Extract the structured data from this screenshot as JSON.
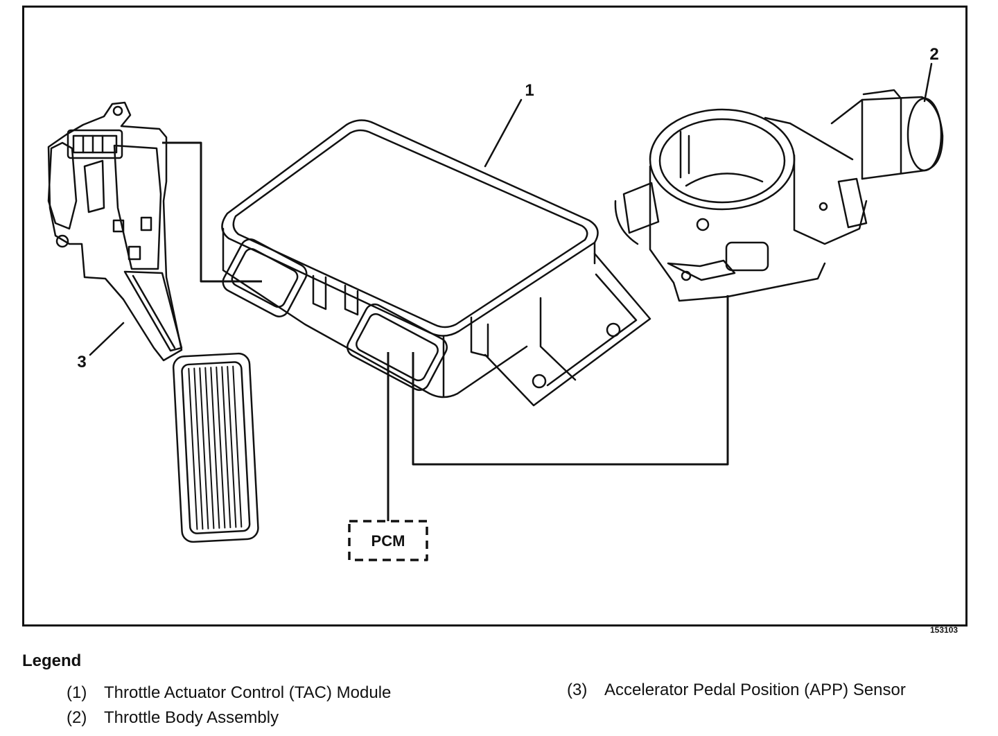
{
  "diagram": {
    "callouts": {
      "c1": "1",
      "c2": "2",
      "c3": "3"
    },
    "pcm_label": "PCM",
    "figure_number": "153103"
  },
  "legend": {
    "title": "Legend",
    "items": [
      {
        "num": "(1)",
        "text": "Throttle Actuator Control (TAC) Module"
      },
      {
        "num": "(2)",
        "text": "Throttle Body Assembly"
      },
      {
        "num": "(3)",
        "text": "Accelerator Pedal Position (APP) Sensor"
      }
    ]
  }
}
